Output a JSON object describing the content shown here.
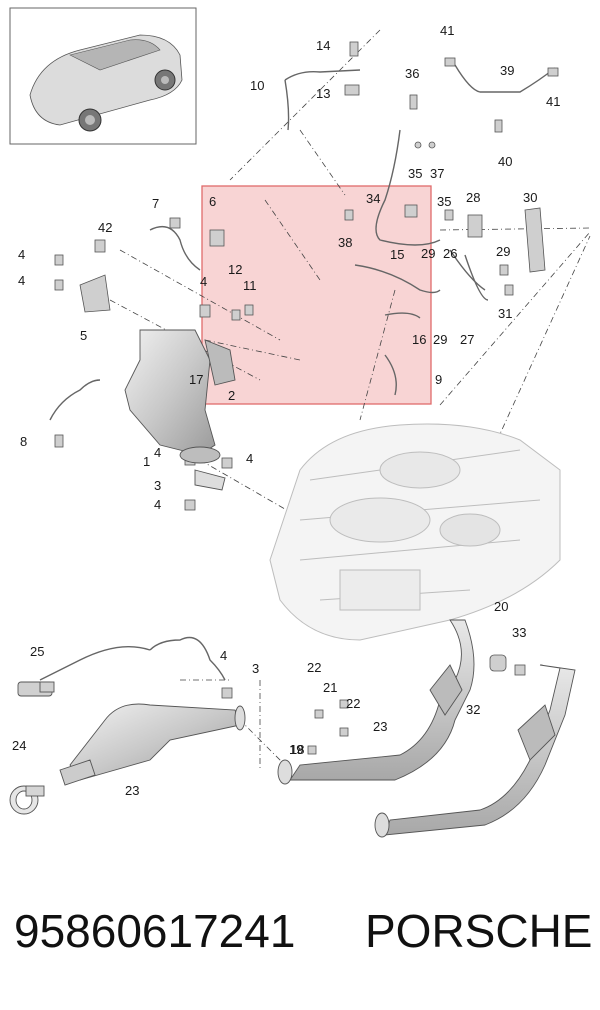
{
  "footer": {
    "part_number": "95860617241",
    "brand": "PORSCHE"
  },
  "highlight": {
    "color": "#e06b6b",
    "fill": "#f5c6c6"
  },
  "callouts": [
    "14",
    "41",
    "39",
    "10",
    "13",
    "36",
    "41",
    "35",
    "37",
    "40",
    "7",
    "6",
    "34",
    "35",
    "28",
    "30",
    "42",
    "38",
    "29",
    "26",
    "29",
    "4",
    "4",
    "15",
    "12",
    "11",
    "4",
    "5",
    "16",
    "29",
    "27",
    "31",
    "17",
    "2",
    "9",
    "8",
    "1",
    "4",
    "4",
    "3",
    "4",
    "20",
    "33",
    "25",
    "4",
    "3",
    "22",
    "21",
    "22",
    "23",
    "18",
    "32",
    "24",
    "23",
    "19"
  ]
}
